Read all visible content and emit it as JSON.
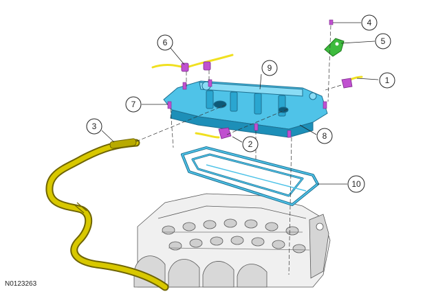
{
  "figure": {
    "id": "N0123263",
    "callouts": [
      {
        "label": "1"
      },
      {
        "label": "2"
      },
      {
        "label": "3"
      },
      {
        "label": "4"
      },
      {
        "label": "5"
      },
      {
        "label": "6"
      },
      {
        "label": "7"
      },
      {
        "label": "8"
      },
      {
        "label": "9"
      },
      {
        "label": "10"
      }
    ],
    "colors": {
      "valve_cover": "#4fc3e8",
      "valve_cover_dark": "#1d8fb8",
      "hose": "#d8c800",
      "hose_dark": "#6e6400",
      "connector": "#c050d0",
      "bracket": "#3dbb3d",
      "wire": "#f0e020",
      "engine": "#9a9a9a"
    }
  }
}
